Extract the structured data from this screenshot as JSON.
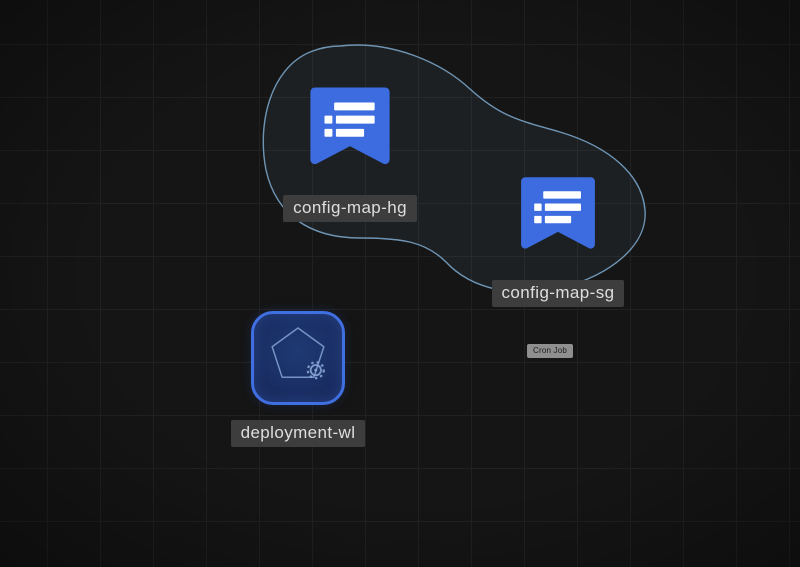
{
  "nodes": {
    "configmap_hg": {
      "label": "config-map-hg",
      "icon": "configmap-icon"
    },
    "configmap_sg": {
      "label": "config-map-sg",
      "icon": "configmap-icon"
    },
    "deployment_wl": {
      "label": "deployment-wl",
      "icon": "deployment-pentagon-icon"
    }
  },
  "tooltip": {
    "label": "Cron Job"
  },
  "icons": {
    "configmap": "configmap-icon",
    "deployment": "deployment-pentagon-icon",
    "gear": "gear-icon"
  },
  "colors": {
    "canvas_bg": "#151515",
    "grid_line": "#212121",
    "configmap_blue": "#3c6ce0",
    "hull_stroke": "#6f95b5",
    "hull_fill": "rgba(120,165,205,0.08)",
    "label_bg": "#3d3d3d",
    "label_text": "#dedede",
    "deployment_border": "#3f6fe0",
    "deployment_fill": "#18295c",
    "deployment_line": "#8cabda",
    "chip_bg": "#8f8f8f",
    "chip_text": "#1d1d1d"
  }
}
